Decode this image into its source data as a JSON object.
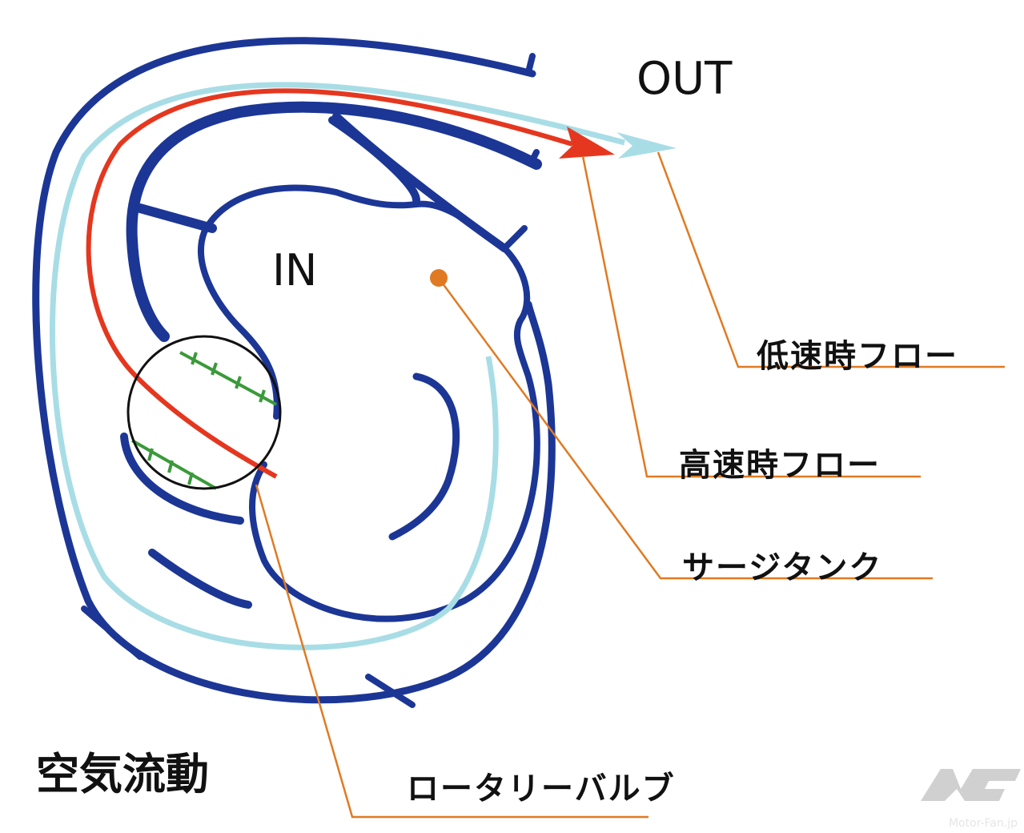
{
  "title": "空気流動",
  "labels": {
    "out": "OUT",
    "in": "IN",
    "low_speed_flow": "低速時フロー",
    "high_speed_flow": "高速時フロー",
    "surge_tank": "サージタンク",
    "rotary_valve": "ロータリーバルブ"
  },
  "watermark": {
    "logo": "MF",
    "text": "Motor-Fan.jp"
  },
  "colors": {
    "housing": "#1c3696",
    "low_speed": "#a8dde6",
    "high_speed": "#e5371f",
    "leader": "#e07a22",
    "valve": "#3a9a3a"
  }
}
